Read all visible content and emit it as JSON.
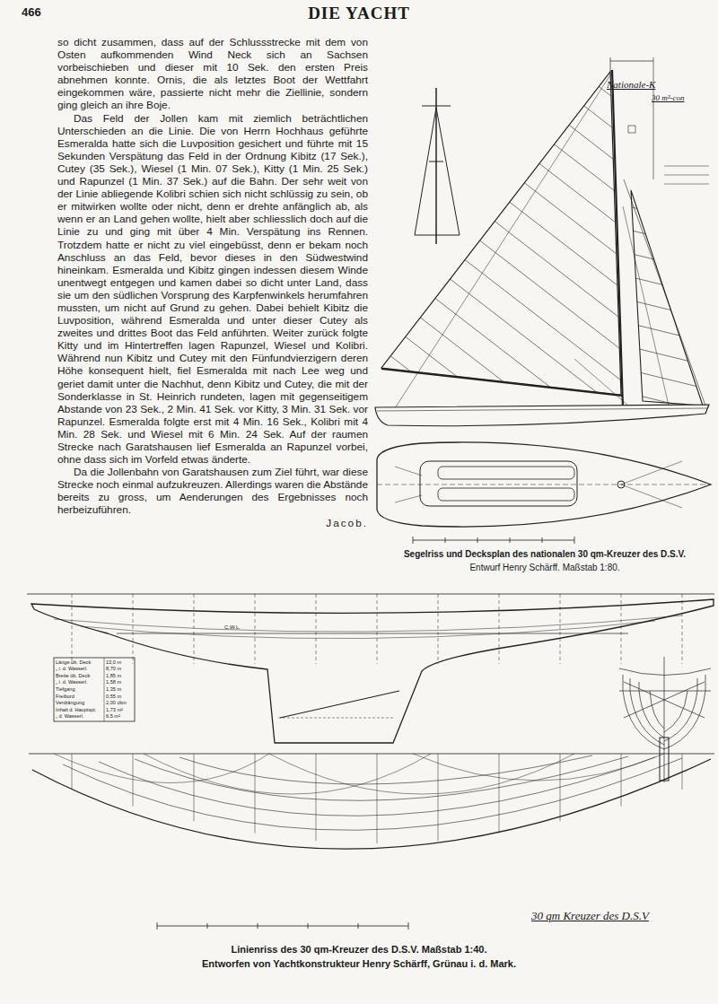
{
  "diagram": {
    "title": "DIE YACHT",
    "labels": [
      "466",
      "so dicht zusammen, dass auf der Schlussstrecke mit dem von Osten aufkommenden Wind Neck sich an Sachsen vorbeischieben und dieser mit 10 Sek. den ersten Preis abnehmen konnte. Ornis, die als letztes Boot der Wettfahrt eingekommen wäre, passierte nicht mehr die Ziellinie, sondern ging gleich an ihre Boje.",
      "Das Feld der Jollen kam mit ziemlich beträchtlichen Unterschieden an die Linie. Die von Herrn Hochhaus geführte Esmeralda hatte sich die Luvposition gesichert und führte mit 15 Sekunden Verspätung das Feld in der Ordnung Kibitz (17 Sek.), Cutey (35 Sek.), Wiesel (1 Min. 07 Sek.), Kitty (1 Min. 25 Sek.) und Rapunzel (1 Min. 37 Sek.) auf die Bahn. Der sehr weit von der Linie abliegende Kolibri schien sich nicht schlüssig zu sein, ob er mitwirken wollte oder nicht, denn er drehte anfänglich ab, als wenn er an Land gehen wollte, hielt aber schliesslich doch auf die Linie zu und ging mit über 4 Min. Verspätung ins Rennen. Trotzdem hatte er nicht zu viel eingebüsst, denn er bekam noch Anschluss an das Feld, bevor dieses in den Südwestwind hineinkam. Esmeralda und Kibitz gingen indessen diesem Winde unentwegt entgegen und kamen dabei so dicht unter Land, dass sie um den südlichen Vorsprung des Karpfenwinkels herumfahren mussten, um nicht auf Grund zu gehen. Dabei behielt Kibitz die Luvposition, während Esmeralda und unter dieser Cutey als zweites und drittes Boot das Feld anführten. Weiter zurück folgte Kitty und im Hintertreffen lagen Rapunzel, Wiesel und Kolibri. Während nun Kibitz und Cutey mit den Fünfundvierzigern deren Höhe konsequent hielt, fiel Esmeralda mit nach Lee weg und geriet damit unter die Nachhut, denn Kibitz und Cutey, die mit der Sonderklasse in St. Heinrich rundeten, lagen mit gegenseitigem Abstande von 23 Sek., 2 Min. 41 Sek. vor Kitty, 3 Min. 31 Sek. vor Rapunzel. Esmeralda folgte erst mit 4 Min. 16 Sek., Kolibri mit 4 Min. 28 Sek. und Wiesel mit 6 Min. 24 Sek. Auf der raumen Strecke nach Garatshausen lief Esmeralda an Rapunzel vorbei, ohne dass sich im Vorfeld etwas änderte.",
      "Da die Jollenbahn von Garatshausen zum Ziel führt, war diese Strecke noch einmal aufzukreuzen. Allerdings waren die Abstände bereits zu gross, um Aenderungen des Ergebnisses noch herbeizuführen.",
      "Jacob.",
      "Nationale-K",
      "30 m²-con",
      "Segelriss und Decksplan des nationalen 30 qm-Kreuzer des D.S.V.",
      "Entwurf Henry Schärff. Maßstab 1:80.",
      "C.W.L.",
      "Länge üb. Deck",
      "13,0 m",
      "„ i. d. Wasserl.",
      "8,70 m",
      "Breite üb. Deck",
      "1,85 m",
      "„ i. d. Wasserl.",
      "1,58 m",
      "Tiefgang",
      "1,35 m",
      "Freibord",
      "0,55 m",
      "Verdrängung",
      "2,00 cbm",
      "Inhalt d. Hauptspt.",
      "1,73 m²",
      "„ d. Wasserl.",
      "6,5 m²",
      "Linienriss des 30 qm-Kreuzer des D.S.V. Maßstab 1:40.",
      "Entworfen von Yachtkonstrukteur Henry Schärff, Grünau i. d. Mark.",
      "30 qm Kreuzer des D.S.V"
    ]
  }
}
